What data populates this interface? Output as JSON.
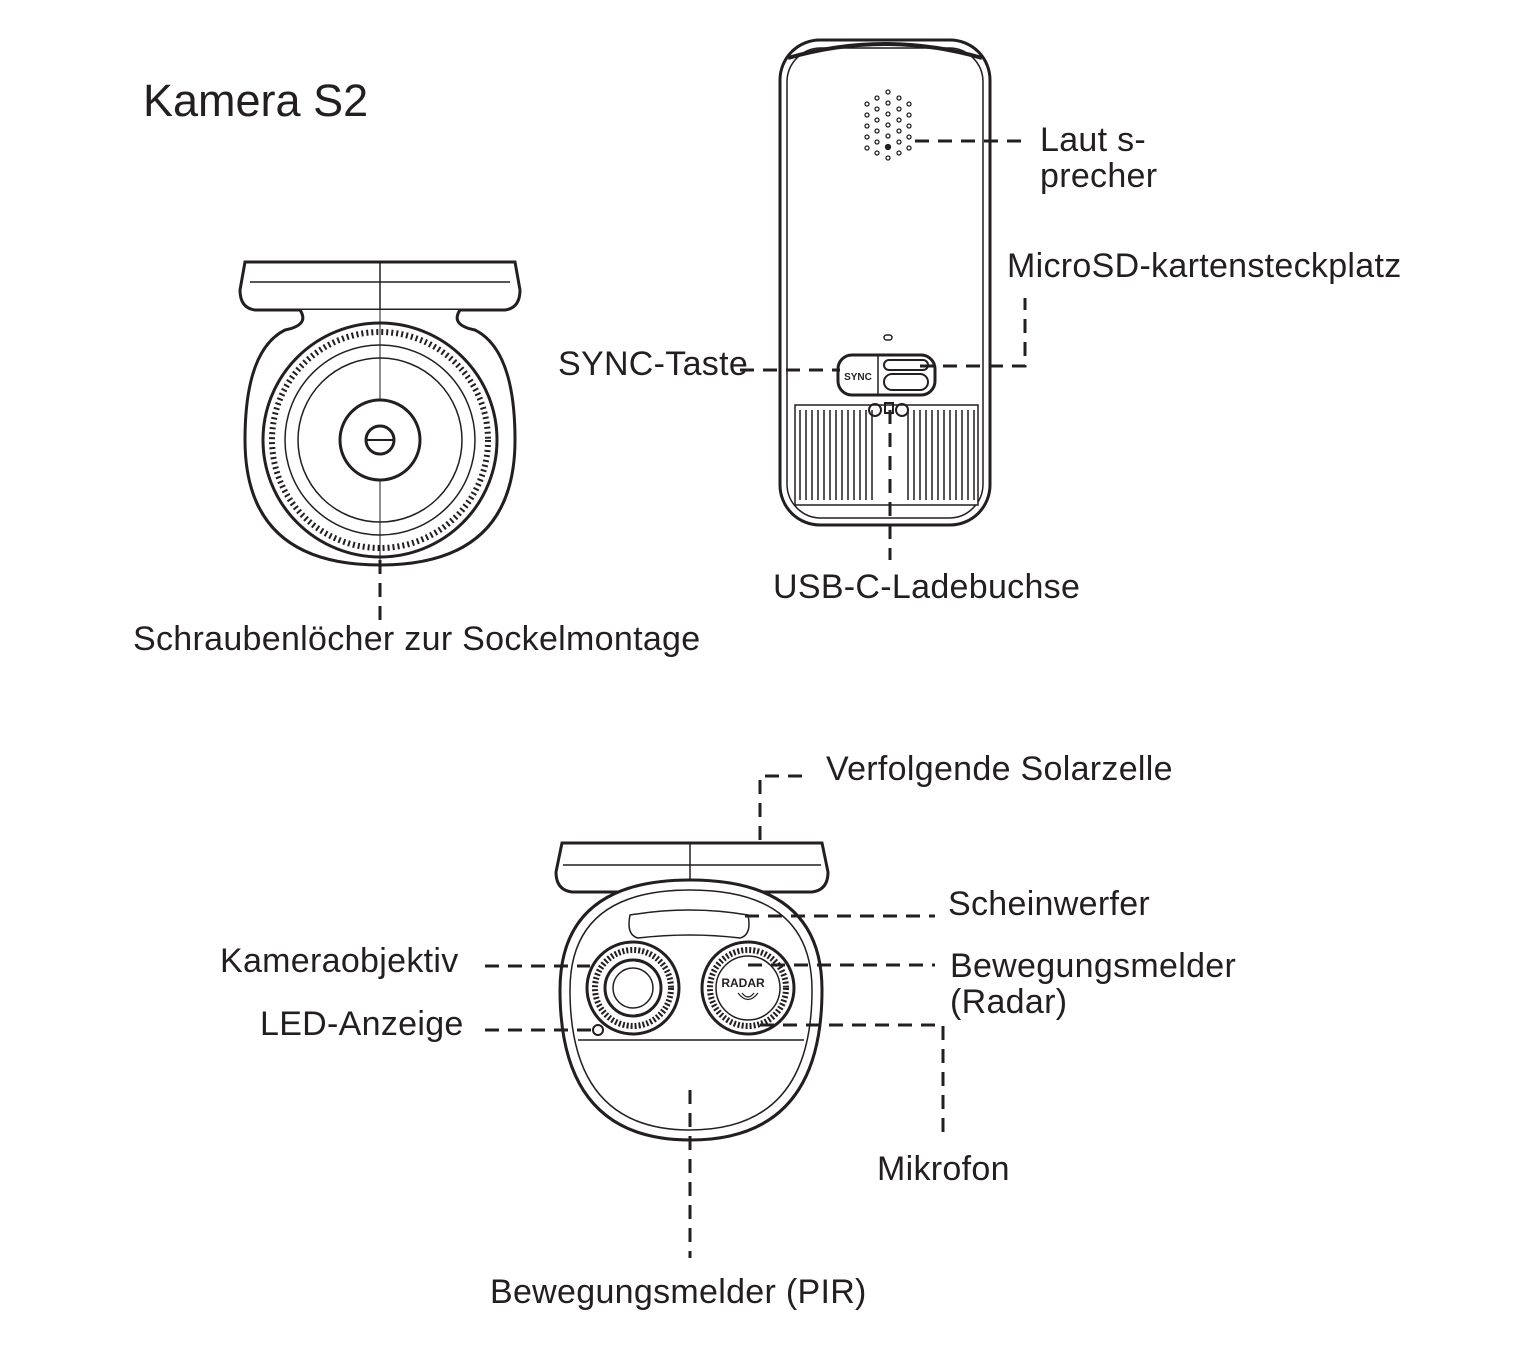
{
  "title": "Kamera S2",
  "labels": {
    "speaker_line1": "Laut s-",
    "speaker_line2": "precher",
    "microsd": "MicroSD-kartensteckplatz",
    "sync": "SYNC-Taste",
    "usb": "USB-C-Ladebuchse",
    "screw_holes": "Schraubenlöcher zur Sockelmontage",
    "solar": "Verfolgende Solarzelle",
    "spotlight": "Scheinwerfer",
    "lens": "Kameraobjektiv",
    "radar_line1": "Bewegungsmelder",
    "radar_line2": "(Radar)",
    "led": "LED-Anzeige",
    "mic": "Mikrofon",
    "pir": "Bewegungsmelder (PIR)"
  },
  "device_text": {
    "sync_button": "SYNC",
    "radar_badge": "RADAR"
  },
  "colors": {
    "ink": "#231f20",
    "background": "#ffffff"
  }
}
